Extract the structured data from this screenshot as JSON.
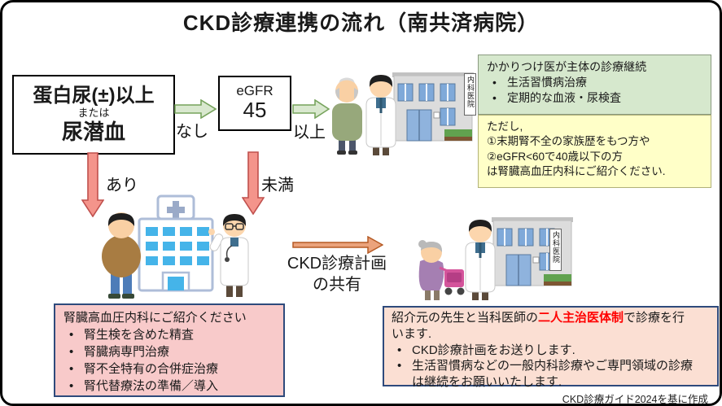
{
  "title": "CKD診療連携の流れ（南共済病院）",
  "flow": {
    "start_box": {
      "line1": "蛋白尿(±)以上",
      "line2": "または",
      "line3": "尿潜血"
    },
    "no_label": "なし",
    "egfr_box": {
      "name": "eGFR",
      "value": "45"
    },
    "above_label": "以上",
    "yes_label": "あり",
    "below_label": "未満",
    "share_label_line1": "CKD診療計画",
    "share_label_line2": "の共有"
  },
  "primary_care_box": {
    "title": "かかりつけ医が主体の診療継続",
    "items": [
      "生活習慣病治療",
      "定期的な血液・尿検査"
    ]
  },
  "caution_box": {
    "lines": [
      "ただし,",
      "①末期腎不全の家族歴をもつ方や",
      "②eGFR<60で40歳以下の方",
      "は腎臓高血圧内科にご紹介ください."
    ]
  },
  "referral_box": {
    "title": "腎臓高血圧内科にご紹介ください",
    "items": [
      "腎生検を含めた精査",
      "腎臓病専門治療",
      "腎不全特有の合併症治療",
      "腎代替療法の準備／導入"
    ]
  },
  "shared_care_box": {
    "intro_before": "紹介元の先生と当科医師の",
    "intro_highlight": "二人主治医体制",
    "intro_after": "で診療を行",
    "intro_wrap": "います.",
    "items": [
      "CKD診療計画をお送りします.",
      "生活習慣病などの一般内科診療やご専門領域の診療",
      "は継続をお願いいたします."
    ]
  },
  "clinic_sign": "内科医院",
  "footer_note": "CKD診療ガイド2024を基に作成",
  "colors": {
    "green_arrow_fill": "#d9e8cf",
    "green_arrow_border": "#76a35c",
    "red_arrow_fill": "#f4948b",
    "red_arrow_border": "#c0504d",
    "orange_arrow_fill": "#eba37c",
    "orange_arrow_border": "#b55a24",
    "green_box_bg": "#d6e8cd",
    "yellow_box_bg": "#ffffc8",
    "pink_box_bg": "#f8caca",
    "peach_box_bg": "#fbdfd3",
    "box_border_navy": "#2e4a7c",
    "highlight_red": "#ff0000"
  }
}
